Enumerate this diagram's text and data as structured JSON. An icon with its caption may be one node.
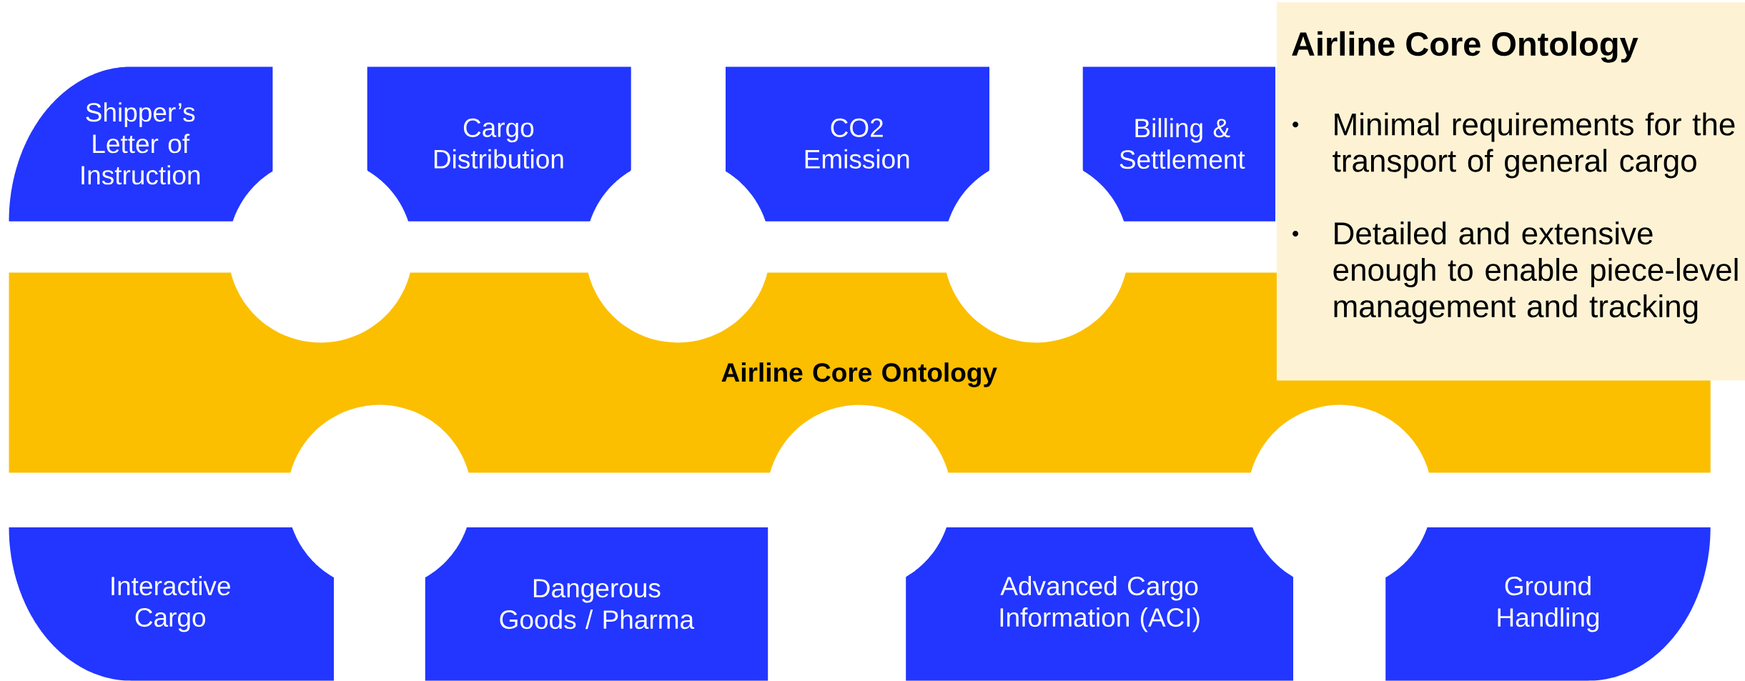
{
  "diagram": {
    "nodes": [
      {
        "text": [
          "Shipper’s Letter of Instruction"
        ]
      },
      {
        "text": [
          "Cargo Distribution"
        ]
      },
      {
        "text": [
          "CO2 Emission"
        ]
      },
      {
        "text": [
          "Billing & Settlement"
        ]
      },
      {
        "text": [
          "Airline Core Ontology"
        ]
      },
      {
        "text": [
          "Interactive Cargo"
        ]
      },
      {
        "text": [
          "Dangerous Goods / Pharma"
        ]
      },
      {
        "text": [
          "Advanced Cargo Information (ACI)"
        ]
      },
      {
        "text": [
          "Ground Handling"
        ]
      },
      {
        "text": [
          "Airline Core Ontology",
          "Minimal requirements for the transport of general cargo",
          "Detailed and extensive enough to enable piece-level management and tracking"
        ]
      }
    ]
  }
}
